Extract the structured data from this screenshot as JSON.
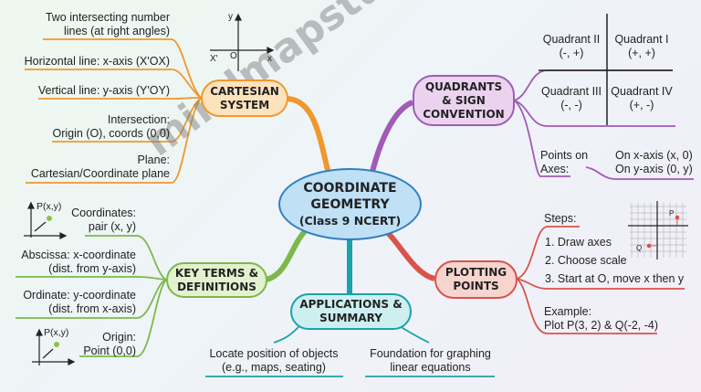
{
  "watermark": "mindmapstudy.com",
  "center": {
    "line1": "COORDINATE",
    "line2": "GEOMETRY",
    "line3": "(Class 9 NCERT)"
  },
  "colors": {
    "center": "#2f7fc0",
    "cartesian": "#f0982e",
    "quadrants": "#a05bb5",
    "key_terms": "#7cb84a",
    "plotting": "#d9534a",
    "applications": "#1aa3a8"
  },
  "cartesian": {
    "line1": "CARTESIAN",
    "line2": "SYSTEM",
    "items": [
      [
        "Two intersecting number",
        "lines (at right angles)"
      ],
      [
        "Horizontal line: x-axis (X'OX)"
      ],
      [
        "Vertical line: y-axis (Y'OY)"
      ],
      [
        "Intersection:",
        "Origin (O), coords (0,0)"
      ],
      [
        "Plane:",
        "Cartesian/Coordinate plane"
      ]
    ],
    "diagram": {
      "y": "y",
      "x": "x",
      "xprime": "X'",
      "origin": "O"
    }
  },
  "quadrants": {
    "line1": "QUADRANTS",
    "line2": "& SIGN",
    "line3": "CONVENTION",
    "q2": [
      "Quadrant II",
      "(-, +)"
    ],
    "q1": [
      "Quadrant I",
      "(+, +)"
    ],
    "q3": [
      "Quadrant III",
      "(-, -)"
    ],
    "q4": [
      "Quadrant IV",
      "(+, -)"
    ],
    "points_label": [
      "Points on",
      "Axes:"
    ],
    "points_values": [
      "On x-axis (x, 0)",
      "On y-axis (0, y)"
    ]
  },
  "key_terms": {
    "line1": "KEY TERMS &",
    "line2": "DEFINITIONS",
    "items": [
      [
        "Coordinates:",
        "pair (x, y)"
      ],
      [
        "Abscissa: x-coordinate",
        "(dist. from y-axis)"
      ],
      [
        "Ordinate: y-coordinate",
        "(dist. from x-axis)"
      ],
      [
        "Origin:",
        "Point (0,0)"
      ]
    ],
    "icon_label": "P(x,y)"
  },
  "plotting": {
    "line1": "PLOTTING",
    "line2": "POINTS",
    "steps_label": "Steps:",
    "steps": [
      "1. Draw axes",
      "2. Choose scale",
      "3. Start at O, move x then y"
    ],
    "example": [
      "Example:",
      "Plot P(3, 2) & Q(-2, -4)"
    ],
    "grid_p": "P",
    "grid_q": "Q"
  },
  "applications": {
    "line1": "APPLICATIONS &",
    "line2": "SUMMARY",
    "items": [
      [
        "Locate position of objects",
        "(e.g., maps, seating)"
      ],
      [
        "Foundation for graphing",
        "linear equations"
      ]
    ]
  }
}
